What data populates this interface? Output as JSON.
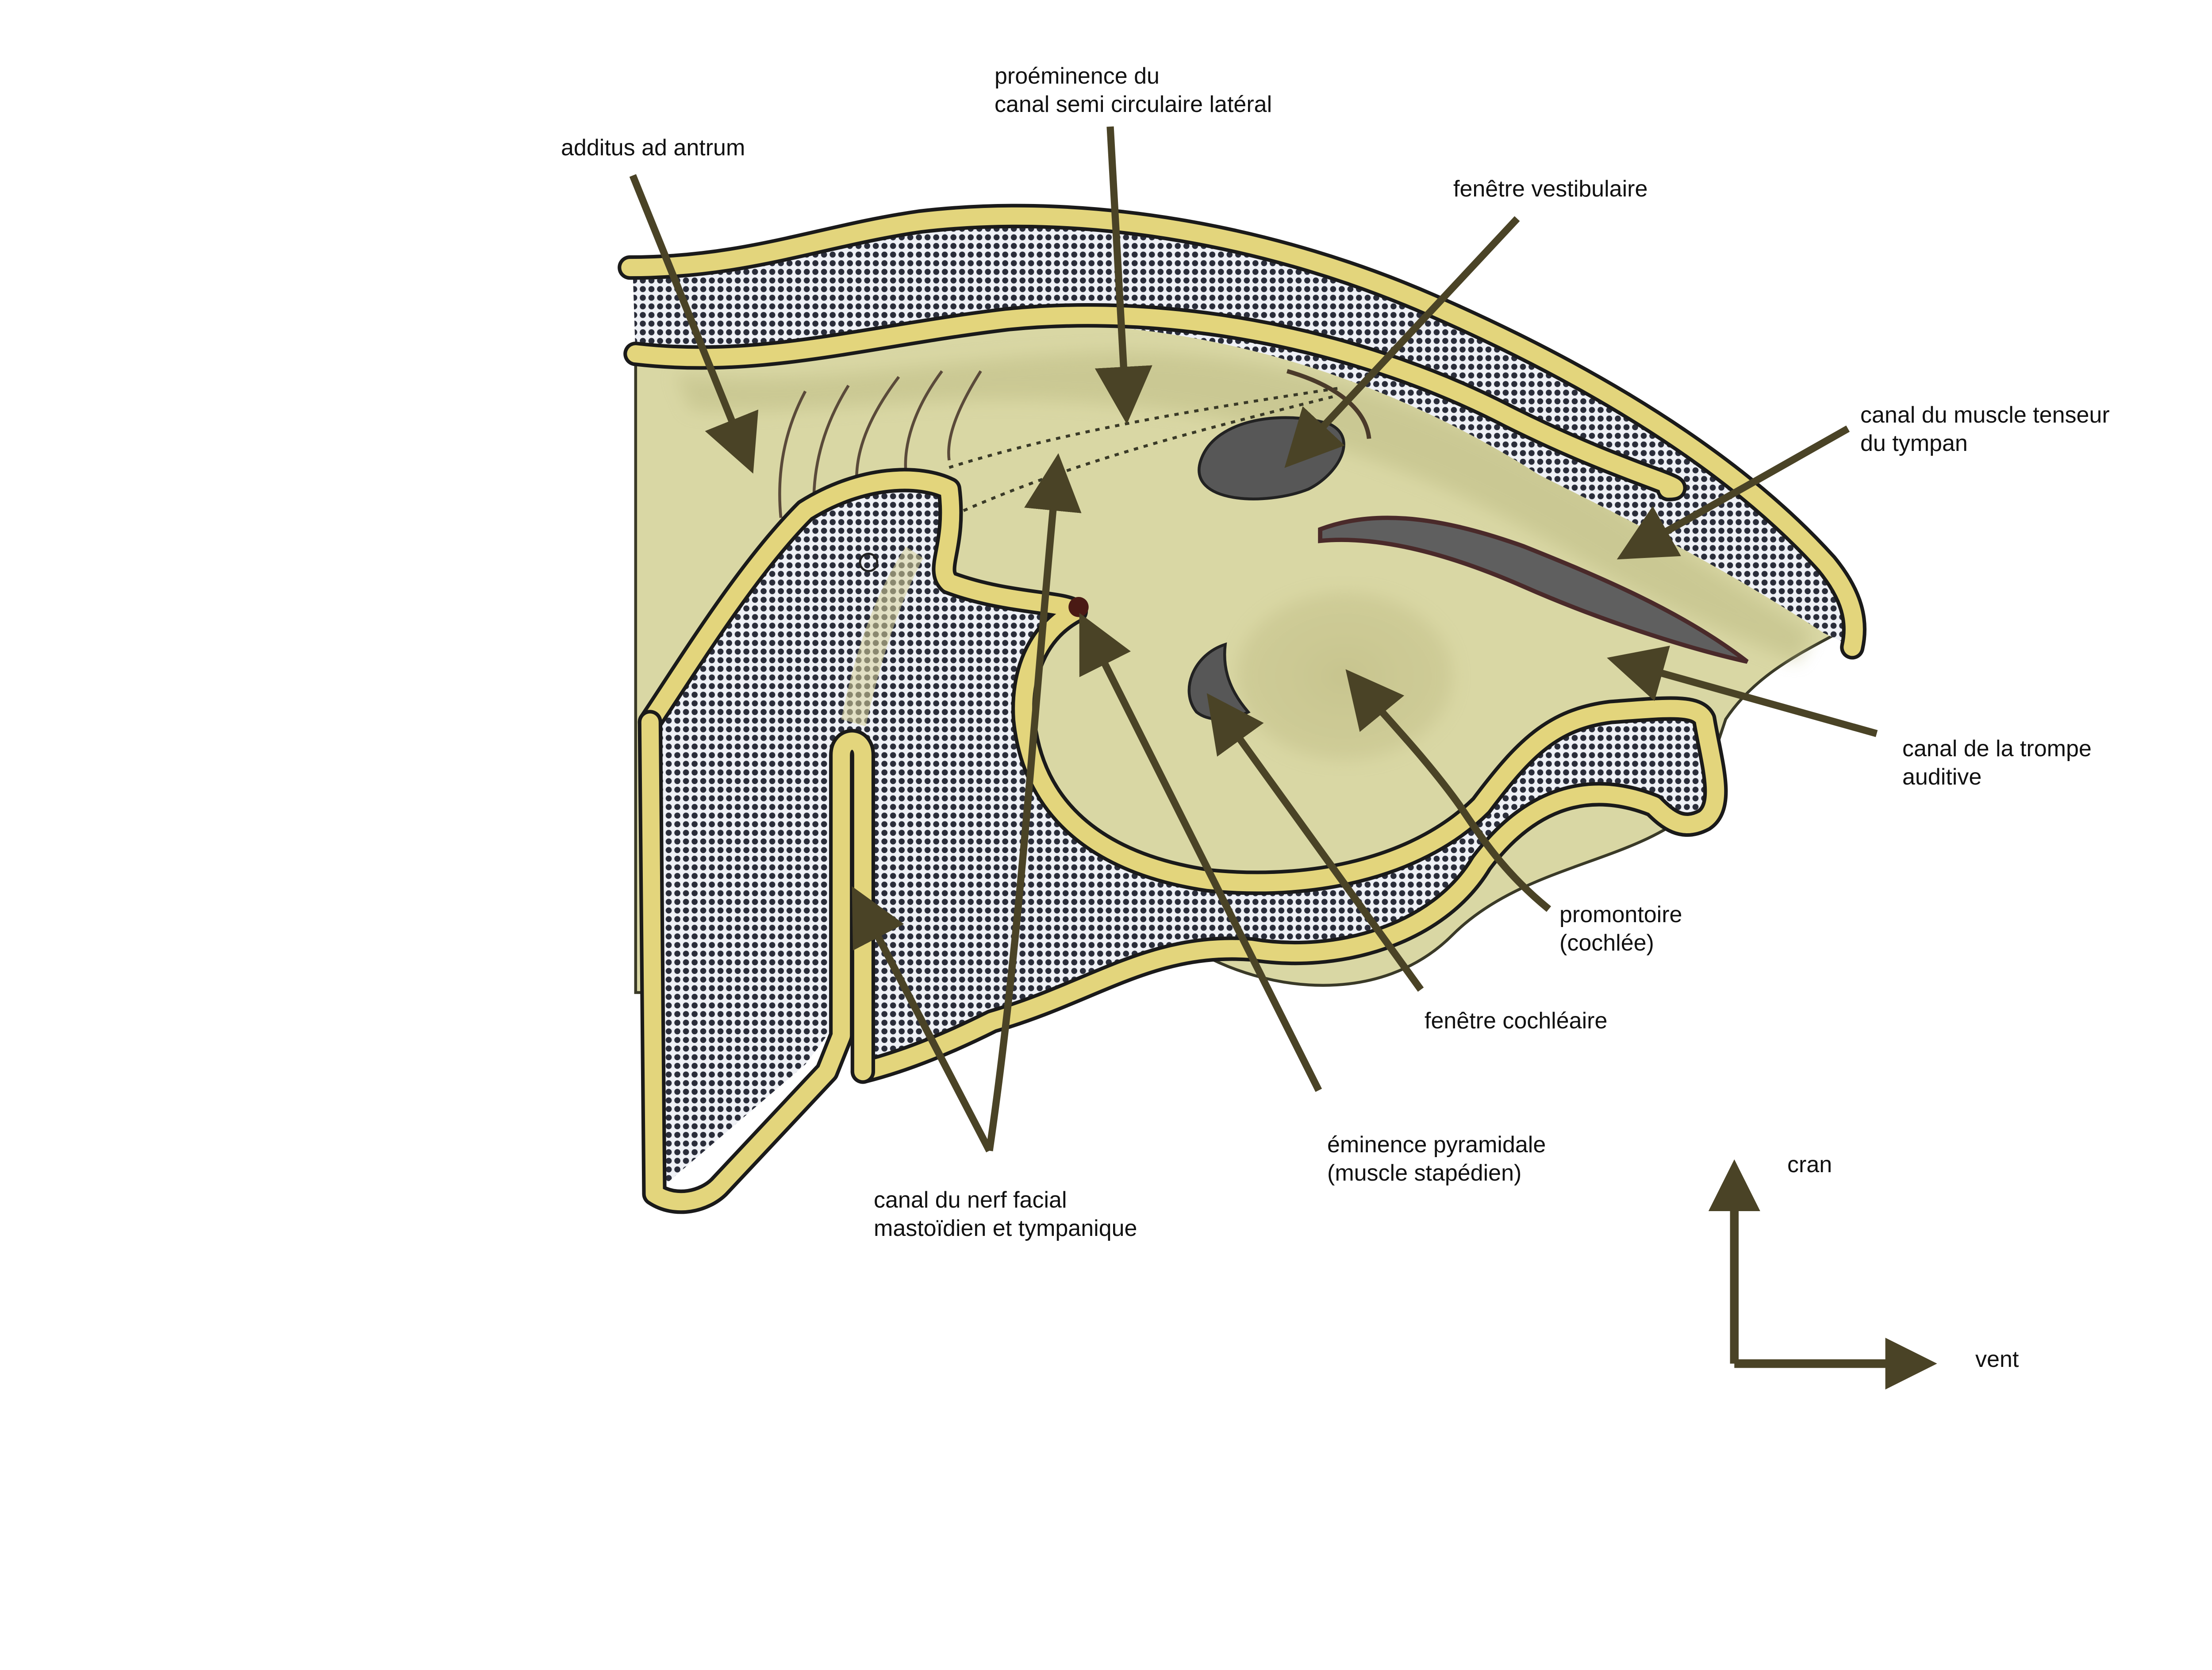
{
  "labels": {
    "additus": "additus ad antrum",
    "canal_semi_line1": "proéminence du",
    "canal_semi_line2": "canal semi circulaire latéral",
    "fenetre_vestibulaire": "fenêtre vestibulaire",
    "tenseur_line1": "canal du muscle tenseur",
    "tenseur_line2": "du tympan",
    "trompe_line1": "canal de la trompe",
    "trompe_line2": "auditive",
    "promontoire_line1": "promontoire",
    "promontoire_line2": "(cochlée)",
    "fenetre_cochleaire": "fenêtre cochléaire",
    "eminence_line1": "éminence pyramidale",
    "eminence_line2": "(muscle stapédien)",
    "facial_line1": "canal du nerf facial",
    "facial_line2": "mastoïdien et tympanique",
    "cran": "cran",
    "vent": "vent"
  },
  "colors": {
    "bone_rim": "#e3d57c",
    "cavity_fill": "#d9d7a4",
    "dotted_bone": "#2a2d3a",
    "leader_line": "#4a4326",
    "window_dark": "#575757",
    "orientation_arrow": "#4a4326"
  }
}
